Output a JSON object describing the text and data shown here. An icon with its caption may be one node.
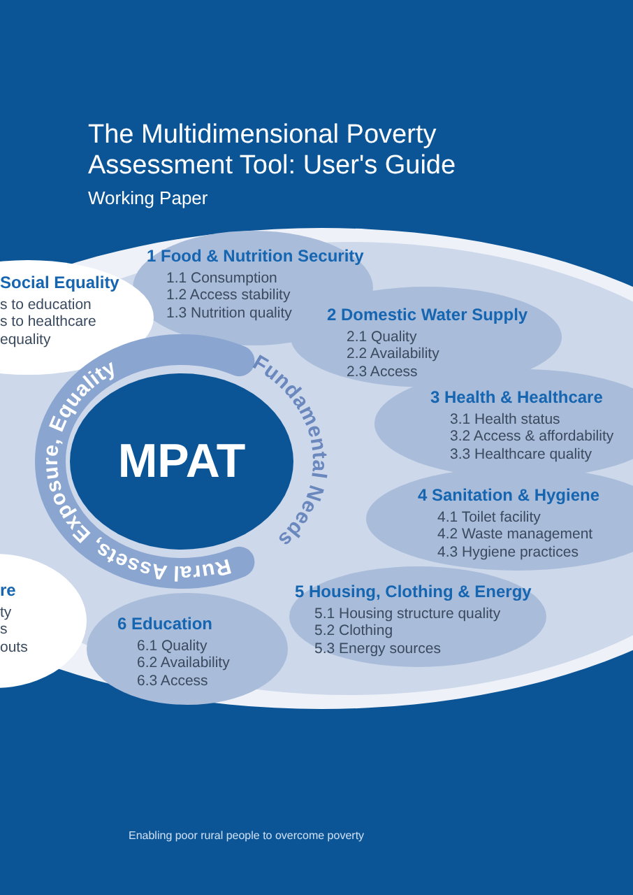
{
  "diagram": {
    "title": "The Multidimensional Poverty Assessment Tool: User's Guide",
    "nodes": [
      {
        "text": [
          "MPAT"
        ]
      },
      {
        "text": [
          "1 Food & Nutrition Security",
          "1.1 Consumption",
          "1.2 Access stability",
          "1.3 Nutrition quality"
        ]
      },
      {
        "text": [
          "2 Domestic Water Supply",
          "2.1 Quality",
          "2.2 Availability",
          "2.3 Access"
        ]
      },
      {
        "text": [
          "3 Health & Healthcare",
          "3.1 Health status",
          "3.2 Access & affordability",
          "3.3 Healthcare quality"
        ]
      },
      {
        "text": [
          "4 Sanitation & Hygiene",
          "4.1 Toilet facility",
          "4.2 Waste management",
          "4.3 Hygiene practices"
        ]
      },
      {
        "text": [
          "5 Housing, Clothing & Energy",
          "5.1 Housing structure quality",
          "5.2 Clothing",
          "5.3 Energy sources"
        ]
      },
      {
        "text": [
          "6 Education",
          "6.1 Quality",
          "6.2 Availability",
          "6.3 Access"
        ]
      },
      {
        "text": [
          "Social Equality",
          "s to education",
          "s to healthcare",
          "equality"
        ]
      },
      {
        "text": [
          "re",
          "ty",
          "s",
          "outs"
        ]
      }
    ],
    "labels": [
      "Working Paper",
      "Rural Assets, Exposure, Equality",
      "Fundamental Needs",
      "Enabling poor rural people to overcome poverty"
    ]
  }
}
